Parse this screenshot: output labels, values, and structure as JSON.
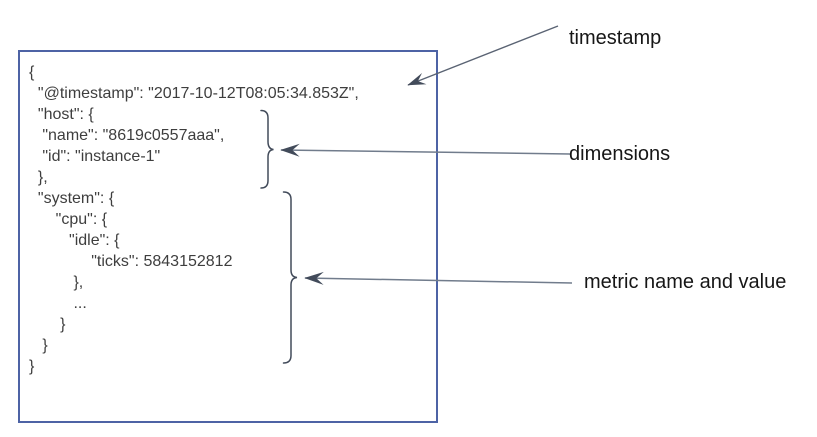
{
  "annotations": {
    "timestamp_label": "timestamp",
    "dimensions_label": "dimensions",
    "metric_label": "metric name and value"
  },
  "document": {
    "timestamp_value": "2017-10-12T08:05:34.853Z",
    "host_name": "8619c0557aaa",
    "host_id": "instance-1",
    "metric_name": "ticks",
    "metric_value": 5843152812
  },
  "code": {
    "lines": [
      "{",
      "  \"@timestamp\": \"2017-10-12T08:05:34.853Z\",",
      "  \"host\": {",
      "   \"name\": \"8619c0557aaa\",",
      "   \"id\": \"instance-1\"",
      "  },",
      "  \"system\": {",
      "      \"cpu\": {",
      "         \"idle\": {",
      "              \"ticks\": 5843152812",
      "          },",
      "          ...",
      "       }",
      "   }",
      "}"
    ]
  },
  "colors": {
    "box_border": "#4d63a5",
    "code_text": "#3e3e3e",
    "label_text": "#161616",
    "arrow": "#717c8c",
    "arrowhead": "#424b5a",
    "brace": "#424b5a"
  }
}
